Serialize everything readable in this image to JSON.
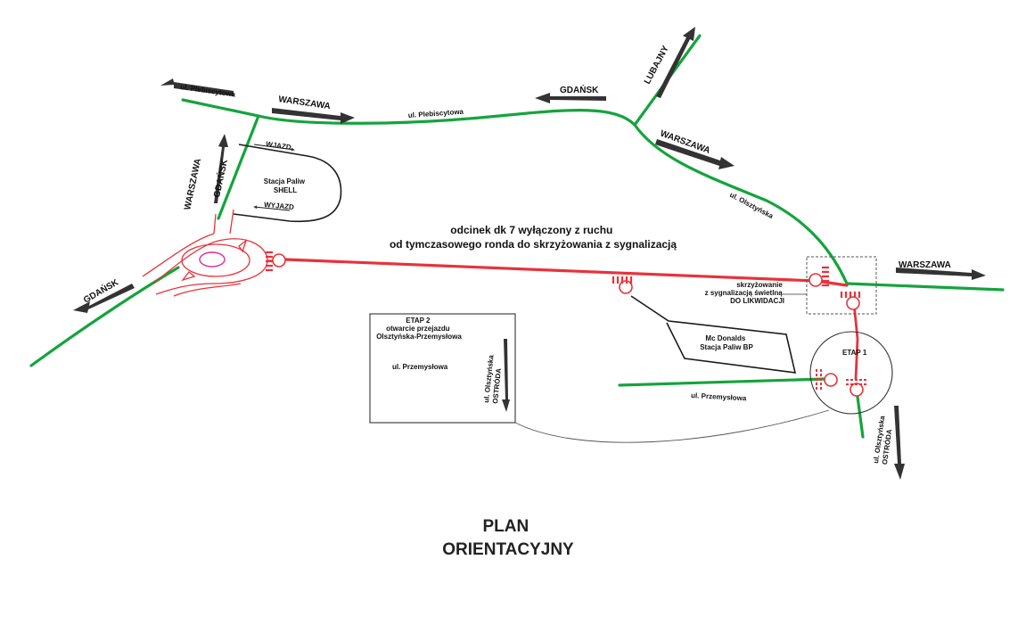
{
  "title": {
    "line1": "PLAN",
    "line2": "ORIENTACYJNY"
  },
  "colors": {
    "road": "#14a43c",
    "closed_road": "#e8323a",
    "ink": "#1a1a1a",
    "roundabout_inner": "#e02a9a"
  },
  "streets": {
    "plebiscytowa_top": "ul. Plebiscytowa",
    "plebiscytowa_mid": "ul. Plebiscytowa",
    "olsztynska": "ul. Olsztyńska",
    "przemyslowa": "ul. Przemysłowa",
    "olsztynska_ostroda": [
      "ul. Olsztyńska",
      "OSTRÓDA"
    ]
  },
  "directions": {
    "warszawa_top": "WARSZAWA",
    "gdansk_top": "GDAŃSK",
    "lubajny": "LUBAJNY",
    "warszawa_right_diag": "WARSZAWA",
    "warszawa_right": "WARSZAWA",
    "warszawa_left": "WARSZAWA",
    "gdansk_left_vert": "GDAŃSK",
    "gdansk_bottom_left": "GDAŃSK"
  },
  "station_shell": {
    "name": [
      "Stacja Paliw",
      "SHELL"
    ],
    "entry": "WJAZD",
    "exit": "WYJAZD"
  },
  "closed_section": [
    "odcinek dk 7 wyłączony z ruchu",
    "od tymczasowego ronda do skrzyżowania z sygnalizacją"
  ],
  "junction_note": [
    "skrzyżowanie",
    "z sygnalizacją świetlną",
    "DO LIKWIDACJI"
  ],
  "bp_station": [
    "Mc Donalds",
    "Stacja Paliw BP"
  ],
  "etap1": "ETAP 1",
  "etap2": {
    "label": [
      "ETAP 2",
      "otwarcie przejazdu",
      "Olsztyńska-Przemysłowa"
    ],
    "street_przemyslowa": "ul. Przemysłowa",
    "street_ostroda": [
      "ul. Olsztyńska",
      "OSTRÓDA"
    ]
  }
}
